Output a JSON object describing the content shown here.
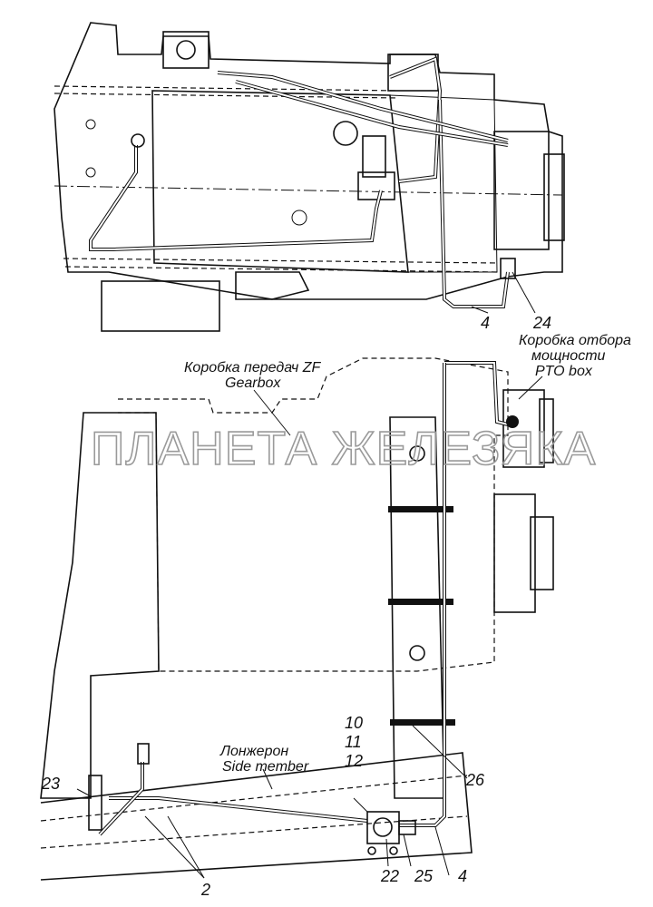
{
  "watermark": "ПЛАНЕТА ЖЕЛЕЗЯКА",
  "labels": {
    "pto_ru_1": "Коробка отбора",
    "pto_ru_2": "мощности",
    "pto_en": "PTO box",
    "gearbox_ru": "Коробка передач ZF",
    "gearbox_en": "Gearbox",
    "side_ru": "Лонжерон",
    "side_en": "Side member"
  },
  "callouts": {
    "top_24": "24",
    "top_4": "4",
    "n10": "10",
    "n11": "11",
    "n12": "12",
    "n23": "23",
    "n2": "2",
    "n22": "22",
    "n25": "25",
    "n4": "4",
    "n26": "26"
  }
}
